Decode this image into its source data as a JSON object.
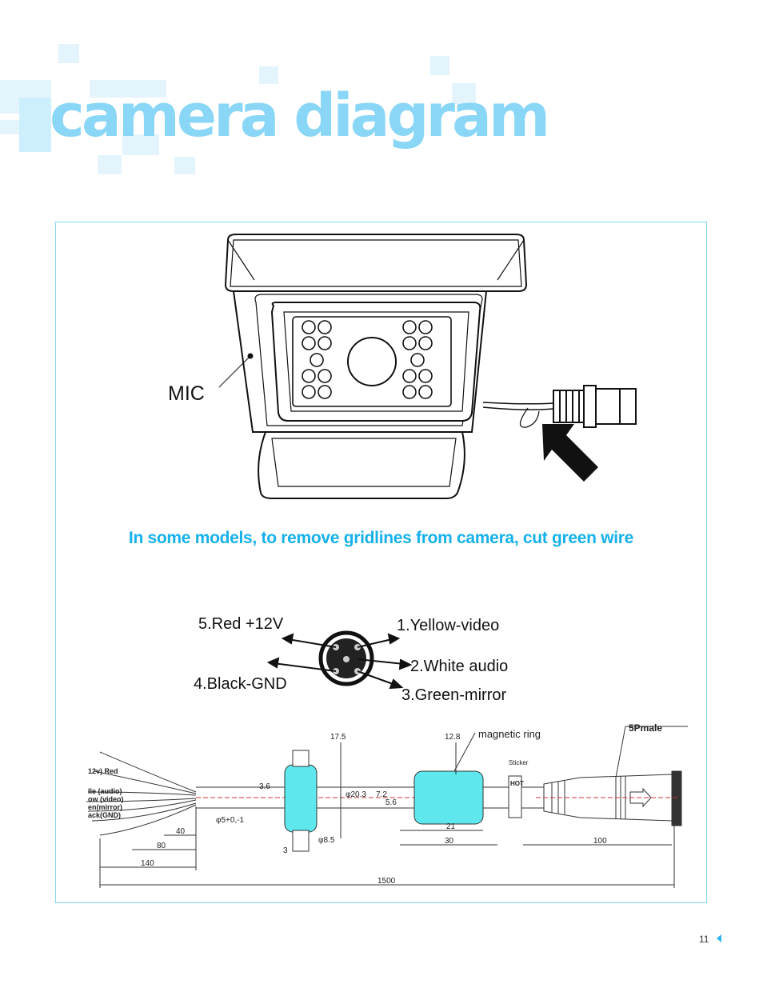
{
  "page": {
    "title": "camera diagram",
    "note": "In some models, to remove gridlines from camera, cut green wire",
    "page_number": "11",
    "accent_color": "#16b1ea",
    "title_color": "#8ad6f6"
  },
  "camera": {
    "mic_label": "MIC"
  },
  "connector": {
    "pins": [
      {
        "label": "5.Red +12V"
      },
      {
        "label": "1.Yellow-video"
      },
      {
        "label": "4.Black-GND"
      },
      {
        "label": "2.White audio"
      },
      {
        "label": "3.Green-mirror"
      }
    ]
  },
  "cable": {
    "magnetic_ring": "magnetic ring",
    "male_label": "5Pmale",
    "sticker": "Sticker",
    "hot": "HOT",
    "wires": [
      "12v) Red",
      "lle (audio)",
      "ow (video)",
      "en(mirror)",
      "ack(GND)"
    ],
    "dims": {
      "d17_5": "17.5",
      "d12_8": "12.8",
      "d3_6": "3.6",
      "d20": "φ20.3",
      "d7_2": "7.2",
      "d5_6": "5.6",
      "d5": "φ5+0,-1",
      "d8_5": "φ8.5",
      "d3": "3",
      "d40": "40",
      "d80": "80",
      "d140": "140",
      "d21": "21",
      "d30": "30",
      "d100": "100",
      "d1500": "1500"
    }
  }
}
